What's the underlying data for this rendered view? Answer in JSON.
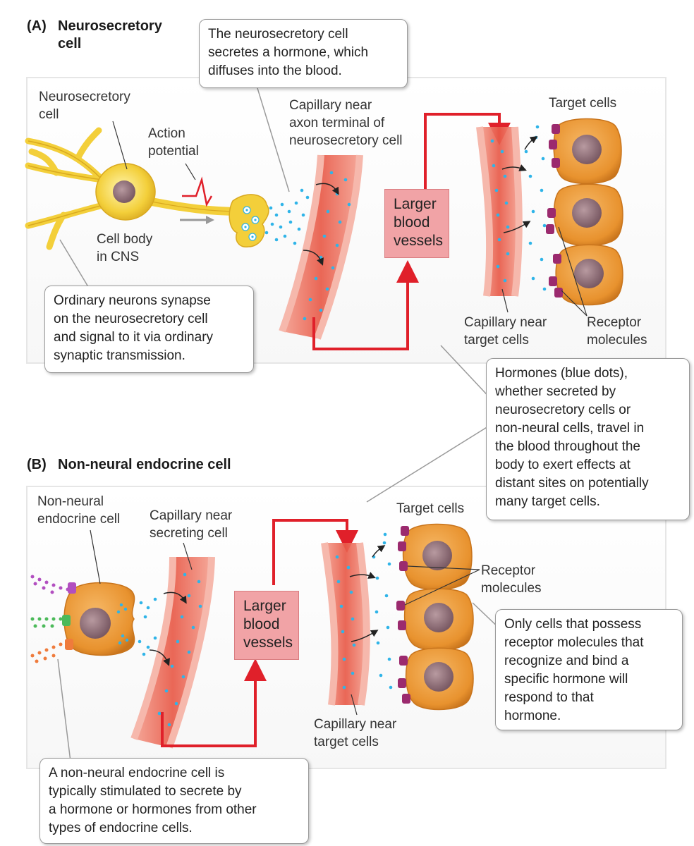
{
  "panel_a": {
    "title_prefix": "(A)",
    "title_l1": "Neurosecretory",
    "title_l2": "cell",
    "label_cell_l1": "Neurosecretory",
    "label_cell_l2": "cell",
    "label_ap_l1": "Action",
    "label_ap_l2": "potential",
    "label_body_l1": "Cell body",
    "label_body_l2": "in CNS",
    "label_capillary_l1": "Capillary near",
    "label_capillary_l2": "axon terminal of",
    "label_capillary_l3": "neurosecretory cell",
    "larger_vessels": "Larger\nblood\nvessels",
    "label_target": "Target cells",
    "label_capillary_target_l1": "Capillary near",
    "label_capillary_target_l2": "target cells",
    "label_receptor_l1": "Receptor",
    "label_receptor_l2": "molecules",
    "callout_top": "The neurosecretory cell\nsecretes a hormone, which\ndiffuses into the blood.",
    "callout_bottom": "Ordinary neurons synapse\non the neurosecretory cell\nand signal to it via ordinary\nsynaptic transmission."
  },
  "shared_callout": "Hormones (blue dots),\nwhether secreted by\nneurosecretory cells or\nnon-neural cells, travel in\nthe blood throughout the\nbody to exert effects at\ndistant sites on potentially\nmany target cells.",
  "panel_b": {
    "title_prefix": "(B)",
    "title": "Non-neural endocrine cell",
    "label_cell_l1": "Non-neural",
    "label_cell_l2": "endocrine cell",
    "label_capillary_l1": "Capillary near",
    "label_capillary_l2": "secreting cell",
    "larger_vessels": "Larger\nblood\nvessels",
    "label_target": "Target cells",
    "label_receptor_l1": "Receptor",
    "label_receptor_l2": "molecules",
    "label_capillary_target_l1": "Capillary near",
    "label_capillary_target_l2": "target cells",
    "callout_right": "Only cells that possess\nreceptor molecules that\nrecognize and bind a\nspecific hormone will\nrespond to that\nhormone.",
    "callout_bottom": "A non-neural endocrine cell is\ntypically stimulated to secrete by\na hormone or hormones from other\ntypes of endocrine cells."
  },
  "colors": {
    "hormone_blue": "#2fb4e8",
    "arrow_red": "#e0202a",
    "cell_orange": "#e8922e",
    "neuron_yellow": "#f3cf3a",
    "vessel_red": "#ec6b5e",
    "receptor_purple": "#9b2a6e"
  }
}
